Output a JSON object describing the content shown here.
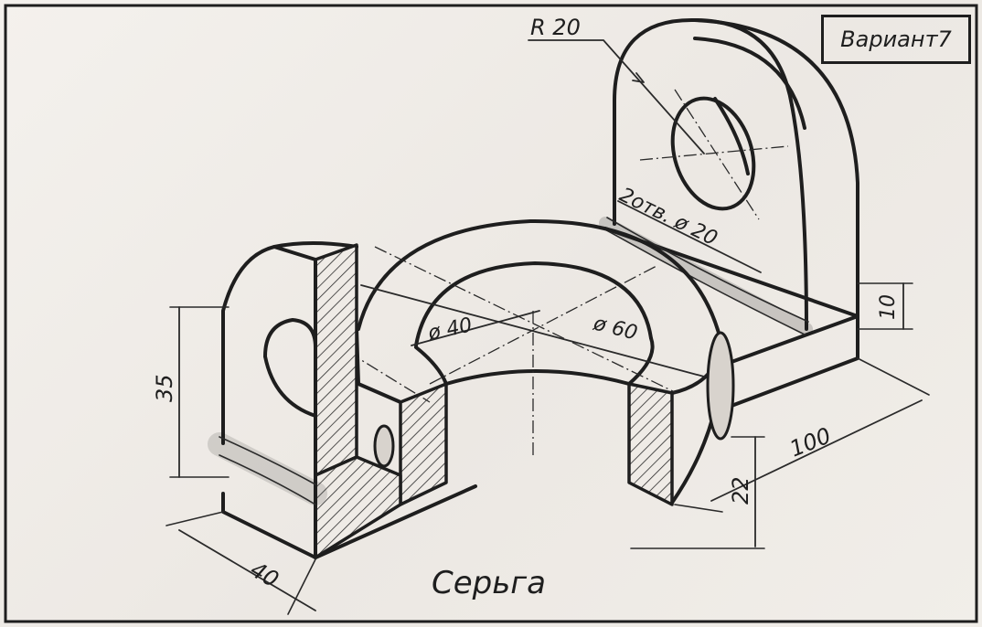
{
  "variant": "Вариант7",
  "title": "Серьга",
  "dimensions": {
    "r20": "R 20",
    "holes": "2отв. ø 20",
    "d40": "ø 40",
    "d60": "ø 60",
    "d35": "35",
    "d10": "10",
    "d100": "100",
    "d22": "22",
    "d40w": "40"
  }
}
